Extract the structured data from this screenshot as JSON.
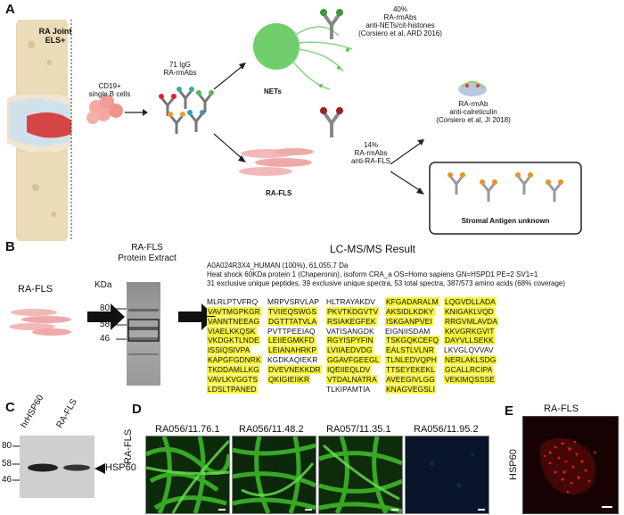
{
  "panels": {
    "A": "A",
    "B": "B",
    "C": "C",
    "D": "D",
    "E": "E"
  },
  "panelA": {
    "elsLabel": "RA Joint\nELS+",
    "cellsLabel": "CD19+\nsingle B cells",
    "rmabsLabel": "71 IgG\nRA-rmAbs",
    "netsLabel": "NETs",
    "netsPercent": "40%\nRA-rmAbs\nanti-NETs/cit-histones\n(Corsiero et al, ARD 2016)",
    "flsLabel": "RA-FLS",
    "flsPercent": "14%\nRA-rmAbs\nanti-RA-FLS",
    "calretLabel": "RA-rmAb\nanti-calreticulin\n(Corsiero et al, JI 2018)",
    "stromalLabel": "Stromal Antigen unknown"
  },
  "panelB": {
    "flsLabel": "RA-FLS",
    "extractTitle": "RA-FLS\nProtein Extract",
    "kdaLabel": "KDa",
    "markers": [
      "80",
      "58",
      "46"
    ],
    "resultTitle": "LC-MS/MS Result",
    "header1": "A0A024R3X4_HUMAN (100%), 61,055.7 Da",
    "header2": "Heat shock 60KDa protein 1 (Chaperonin), isoform CRA_a OS=Homo sapiens GN=HSPD1 PE=2 SV1=1",
    "header3": "31 exclusive unique peptides, 39 exclusive unique spectra, 53 total spectra, 387/573 amino acids (68% coverage)",
    "seqColumns": [
      [
        "MLRLPTVFRQ",
        "VAVTMGPKGR",
        "VANNTNEEAG",
        "VIAELKKQSK",
        "VKDGKTLNDE",
        "ISSIQSIVPA",
        "KAPGFGDNRK",
        "TKDDAMLLKG",
        "VAVLKVGGTS",
        "LDSLTPANED"
      ],
      [
        "MRPVSRVLAP",
        "TVIIEQSWGS",
        "DGTTTATVLA",
        "PVTTPEEIAQ",
        "LEIIEGMKFD",
        "LEIANAHRKP",
        "KGDKAQIEKR",
        "DVEVNEKKDR",
        "QKIGIEIIKR"
      ],
      [
        "HLTRAYAKDV",
        "PKVTKDGVTV",
        "RSIAKEGFEK",
        "VATISANGDK",
        "RGYISPYFIN",
        "LVIIAEDVDG",
        "GGAVFGEEGL",
        "IQEIIEQLDV",
        "VTDALNATRA",
        "TLKIPAMTIA"
      ],
      [
        "KFGADARALM",
        "AKSIDLKDKY",
        "ISKGANPVEI",
        "EIGNIISDAM",
        "TSKGQKCEFQ",
        "EALSTLVLNR",
        "TLNLEDVQPH",
        "TTSEYEKEKL",
        "AVEEGIVLGG",
        "KNAGVEGSLI"
      ],
      [
        "LQGVDLLADA",
        "KNIGAKLVQD",
        "RRGVMLAVDA",
        "KKVGRKGVIT",
        "DAYVLLSEKK",
        "LKVGLQVVAV",
        "NERLAKLSDG",
        "GCALLRCIPA",
        "VEKIMQSSSE"
      ]
    ]
  },
  "panelC": {
    "lane1": "hrHSP60",
    "lane2": "RA-FLS",
    "markers": [
      "80",
      "58",
      "46"
    ],
    "bandLabel": "HSP60"
  },
  "panelD": {
    "rowLabel": "RA-FLS",
    "images": [
      "RA056/11.76.1",
      "RA056/11.48.2",
      "RA057/11.35.1",
      "RA056/11.95.2"
    ]
  },
  "panelE": {
    "title": "RA-FLS",
    "sideLabel": "HSP60"
  },
  "colors": {
    "highlightYellow": "#f7f33a",
    "highlightGreen": "#7fe27f",
    "netsGreen": "#5cc45a",
    "flsPink": "#f3b8b8",
    "stainGreen": "#3fbf2a",
    "stainRed": "#e01818"
  }
}
